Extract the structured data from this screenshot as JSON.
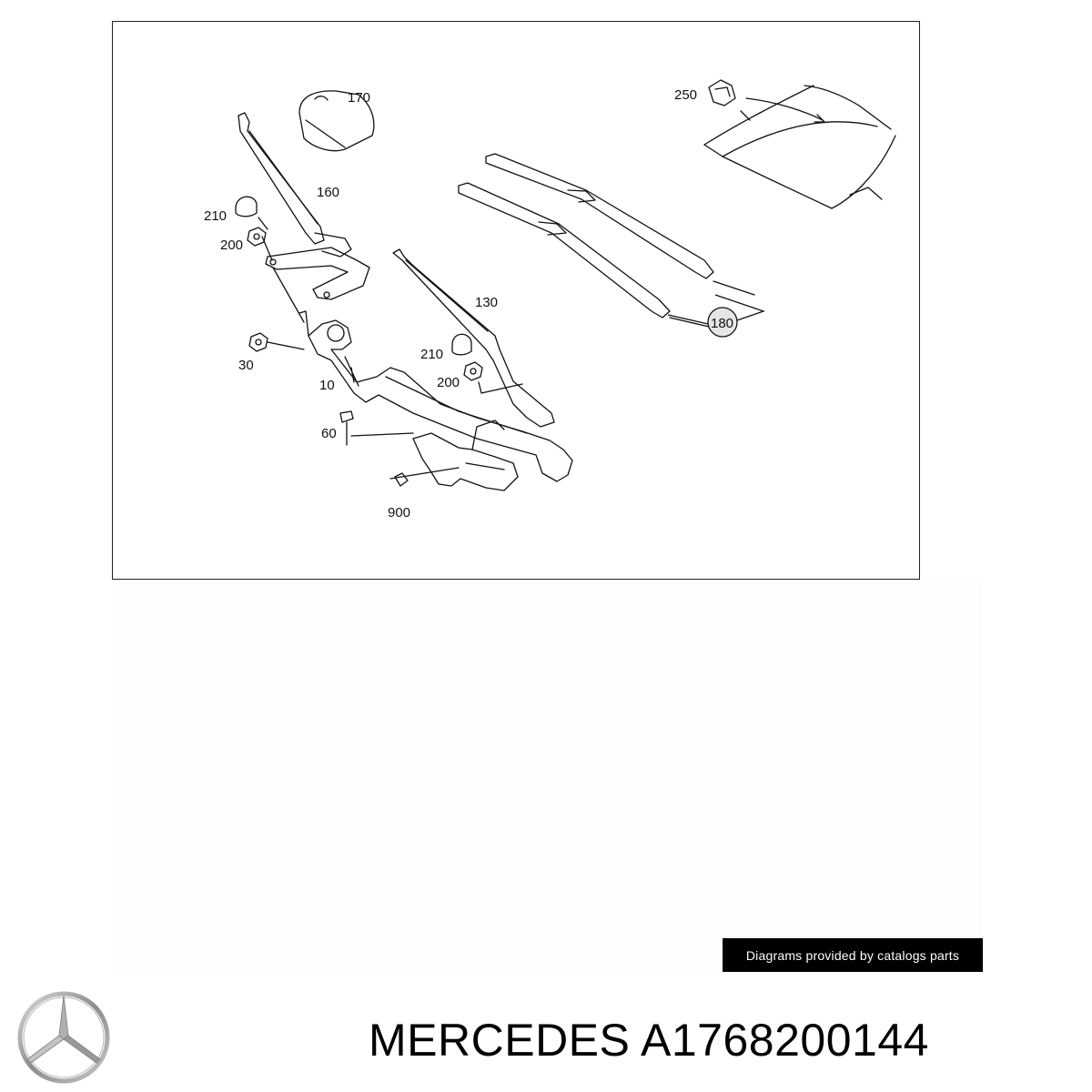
{
  "diagram": {
    "part_numbers": {
      "p170": "170",
      "p250": "250",
      "p160": "160",
      "p210a": "210",
      "p200a": "200",
      "p180": "180",
      "p130": "130",
      "p210b": "210",
      "p200b": "200",
      "p30": "30",
      "p10": "10",
      "p60": "60",
      "p900": "900"
    }
  },
  "credit": {
    "text": "Diagrams provided by catalogs parts"
  },
  "brand": {
    "name": "MERCEDES",
    "part_number": "A1768200144",
    "logo_icon": "mercedes-star-icon"
  }
}
